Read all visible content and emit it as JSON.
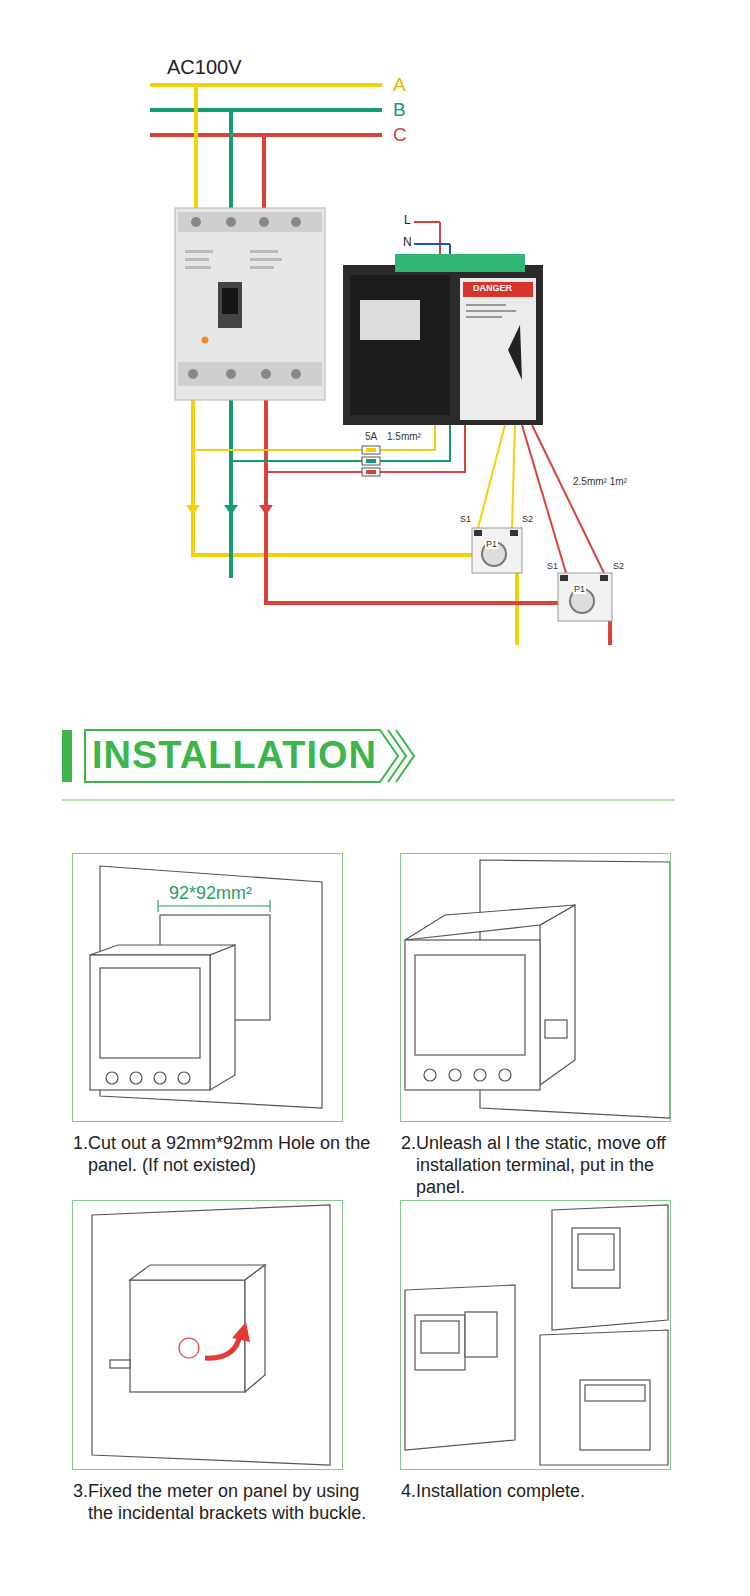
{
  "diagram": {
    "title": "INSTALLATION",
    "nodes": [
      {
        "text": [
          "1.Cut out a 92mm*92mm Hole on the panel. (If not existed)"
        ]
      },
      {
        "text": [
          "2.Unleash al l the static, move off installation terminal, put in the panel."
        ]
      },
      {
        "text": [
          "3.Fixed the meter on panel by using the incidental brackets with buckle."
        ]
      },
      {
        "text": [
          "4.Installation complete."
        ]
      }
    ],
    "labels": [
      "AC100V",
      "A",
      "B",
      "C",
      "L",
      "N",
      "DANGER",
      "5A",
      "1.5mm²",
      "2.5mm² 1m²",
      "S1",
      "S2",
      "P1",
      "S1",
      "S2",
      "P1",
      "92*92mm²"
    ]
  }
}
